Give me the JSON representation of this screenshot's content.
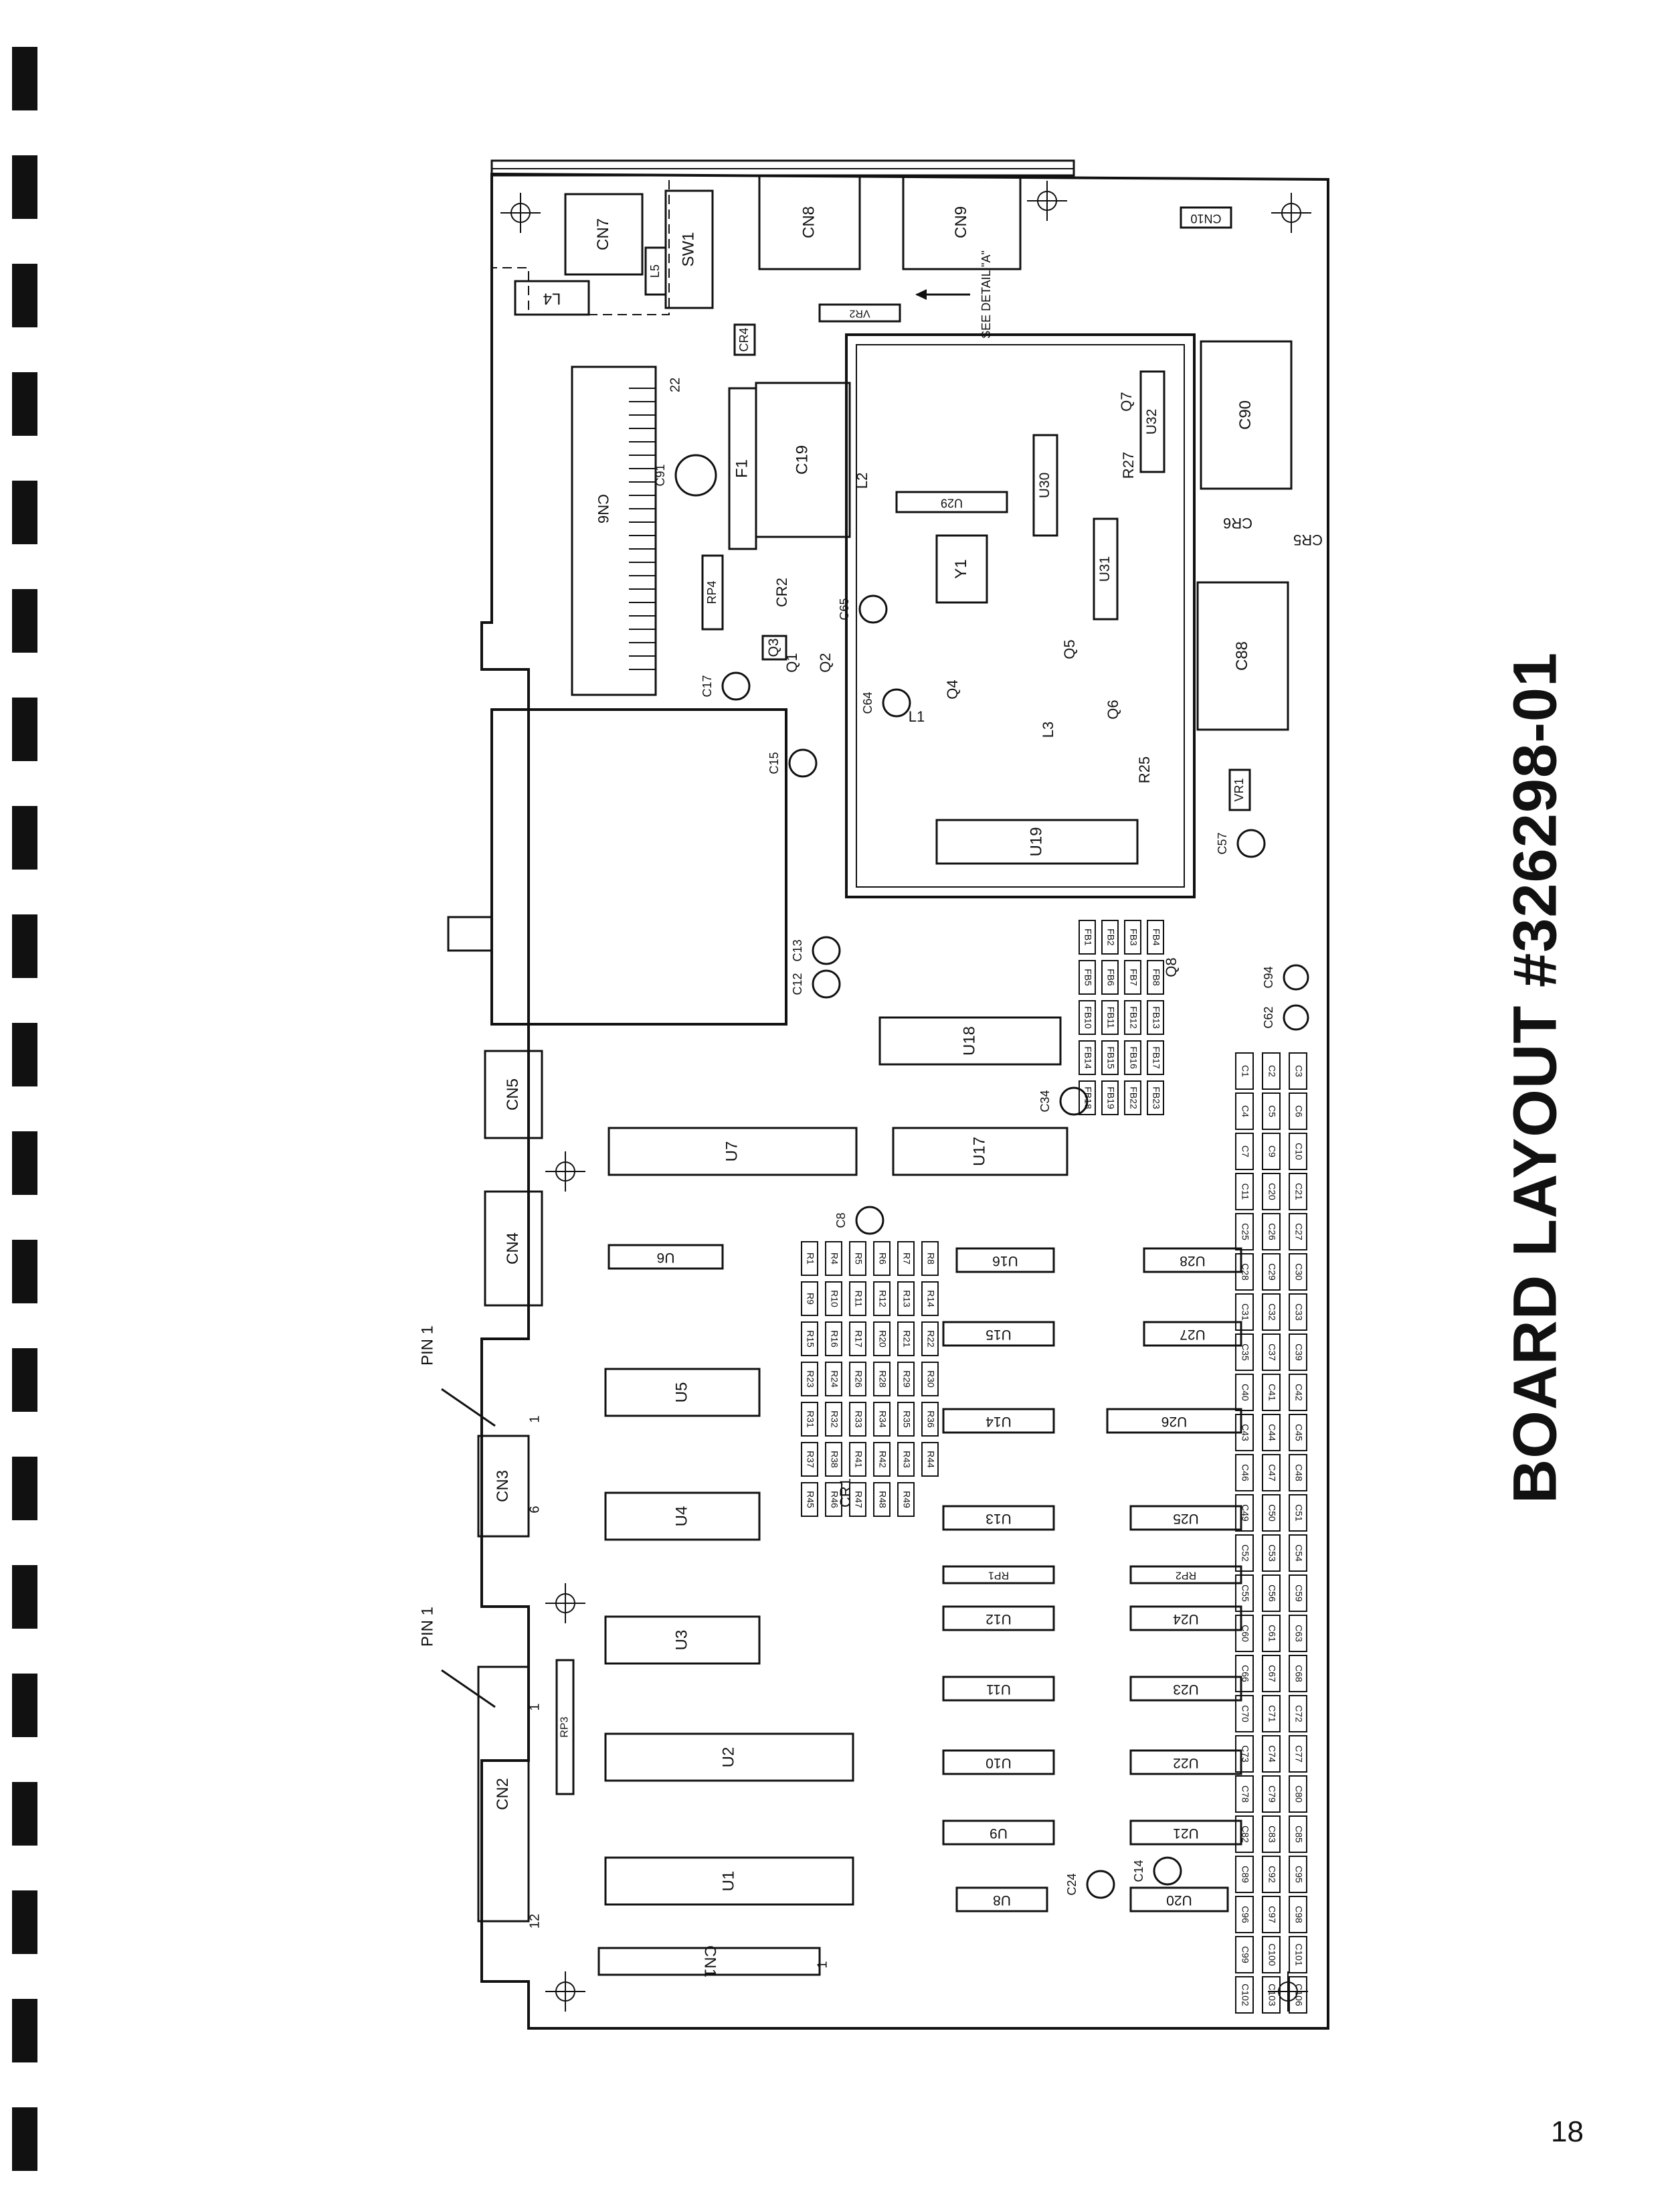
{
  "page": {
    "title": "BOARD LAYOUT #326298-01",
    "page_number": "18"
  },
  "board": {
    "pin_markers": [
      "PIN 1",
      "PIN 1"
    ],
    "pin_numbers": [
      "1",
      "6",
      "1",
      "12",
      "1",
      "22"
    ],
    "detail_note": "SEE DETAIL \"A\"",
    "connectors": [
      "CN1",
      "CN2",
      "CN3",
      "CN4",
      "CN5",
      "CN6",
      "CN7",
      "CN8",
      "CN9",
      "CN10"
    ],
    "ics": [
      "U1",
      "U2",
      "U3",
      "U4",
      "U5",
      "U6",
      "U7",
      "U8",
      "U9",
      "U10",
      "U11",
      "U12",
      "U13",
      "U14",
      "U15",
      "U16",
      "U17",
      "U18",
      "U19",
      "U20",
      "U21",
      "U22",
      "U23",
      "U24",
      "U25",
      "U26",
      "U27",
      "U28",
      "U29",
      "U30",
      "U31",
      "U32"
    ],
    "resistor_packs": [
      "RP1",
      "RP2",
      "RP3",
      "RP4"
    ],
    "misc_parts": [
      "SW1",
      "VR1",
      "VR2",
      "Y1",
      "F1",
      "L1",
      "L2",
      "L3",
      "L4",
      "L5",
      "Q1",
      "Q2",
      "Q3",
      "Q4",
      "Q5",
      "Q6",
      "Q7",
      "Q8",
      "CR1",
      "CR2",
      "CR4",
      "CR5",
      "CR6",
      "R25",
      "R27"
    ],
    "capacitors_large": [
      "C19",
      "C88",
      "C90",
      "C91"
    ],
    "capacitors_round": [
      "C8",
      "C12",
      "C13",
      "C14",
      "C15",
      "C17",
      "C24",
      "C34",
      "C57",
      "C62",
      "C64",
      "C65",
      "C94"
    ],
    "capacitors_small": [
      "C1",
      "C2",
      "C3",
      "C4",
      "C5",
      "C6",
      "C7",
      "C9",
      "C10",
      "C11",
      "C20",
      "C21",
      "C25",
      "C26",
      "C27",
      "C28",
      "C29",
      "C30",
      "C31",
      "C32",
      "C33",
      "C35",
      "C37",
      "C39",
      "C40",
      "C41",
      "C42",
      "C43",
      "C44",
      "C45",
      "C46",
      "C47",
      "C48",
      "C49",
      "C50",
      "C51",
      "C52",
      "C53",
      "C54",
      "C55",
      "C56",
      "C59",
      "C60",
      "C61",
      "C63",
      "C66",
      "C67",
      "C68",
      "C70",
      "C71",
      "C72",
      "C73",
      "C74",
      "C77",
      "C78",
      "C79",
      "C80",
      "C82",
      "C83",
      "C85",
      "C89",
      "C92",
      "C95",
      "C96",
      "C97",
      "C98",
      "C99",
      "C100",
      "C101",
      "C102",
      "C103",
      "C106"
    ],
    "resistors": [
      "R1",
      "R4",
      "R5",
      "R6",
      "R7",
      "R8",
      "R9",
      "R10",
      "R11",
      "R12",
      "R13",
      "R14",
      "R15",
      "R16",
      "R17",
      "R20",
      "R21",
      "R22",
      "R23",
      "R24",
      "R26",
      "R28",
      "R29",
      "R30",
      "R31",
      "R32",
      "R33",
      "R34",
      "R35",
      "R36",
      "R37",
      "R38",
      "R41",
      "R42",
      "R43",
      "R44",
      "R45",
      "R46",
      "R47",
      "R48",
      "R49"
    ],
    "ferrite_beads": [
      "FB1",
      "FB2",
      "FB3",
      "FB4",
      "FB5",
      "FB6",
      "FB7",
      "FB8",
      "FB10",
      "FB11",
      "FB12",
      "FB13",
      "FB14",
      "FB15",
      "FB16",
      "FB17",
      "FB18",
      "FB19",
      "FB22",
      "FB23"
    ]
  }
}
